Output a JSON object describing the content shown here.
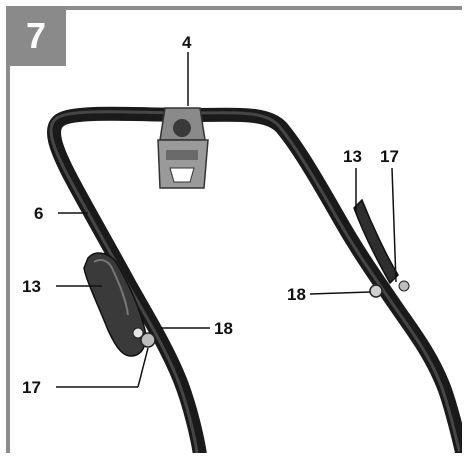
{
  "figure": {
    "number": "7",
    "colors": {
      "frame": "#8c8c8c",
      "badge_bg": "#8a8a8a",
      "badge_text": "#ffffff",
      "tube": "#1a1a1a",
      "clip": "#7a7a7a"
    }
  },
  "callouts": {
    "c4": "4",
    "c6": "6",
    "c13_left": "13",
    "c13_right": "13",
    "c17_left": "17",
    "c17_right": "17",
    "c18_left": "18",
    "c18_right": "18"
  }
}
